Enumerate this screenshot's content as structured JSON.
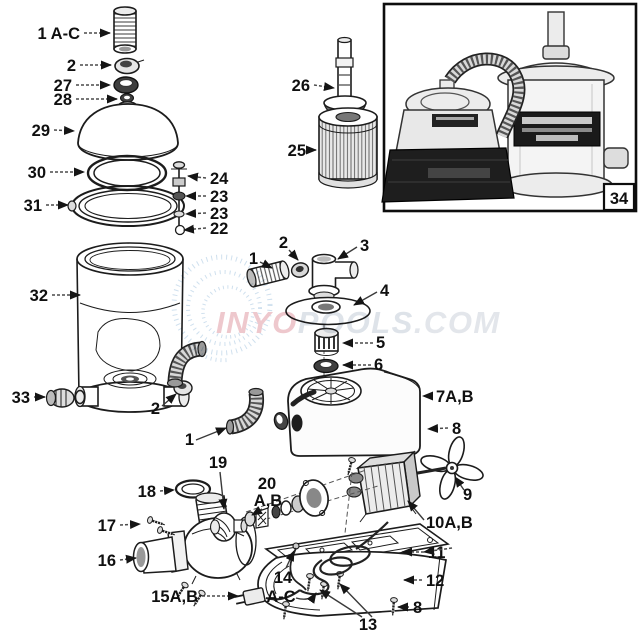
{
  "watermark": {
    "brand": "INYO",
    "rest": "POOLS",
    "tld": ".COM",
    "brand_color": "#e09aa4",
    "rest_color": "#c3cbd6",
    "tld_color": "#ccd2da",
    "swirl_color": "#a7c6e0"
  },
  "callouts": {
    "hose_top": "1 A-C",
    "nut_top": "2",
    "ring_27": "27",
    "oring_28": "28",
    "lid_29": "29",
    "oring_30": "30",
    "clamp_31": "31",
    "valve_24": "24",
    "valve_23a": "23",
    "valve_23b": "23",
    "valve_22": "22",
    "tank_32": "32",
    "drain_33": "33",
    "fitting_2b": "2",
    "standpipe_26": "26",
    "cartridge_25": "25",
    "hose_1m": "1",
    "nut_2m": "2",
    "elbow_3": "3",
    "plate_4": "4",
    "fitting_5": "5",
    "nut_6": "6",
    "hose_1b": "1",
    "housing_7": "7A,B",
    "screw_8a": "8",
    "fan_9": "9",
    "motor_10": "10A,B",
    "frame_11": "11",
    "base_12": "12",
    "screw_8b": "8",
    "screws_13": "13",
    "cord_14_line1": "14",
    "cord_14_line2": "A-C",
    "plug_15": "15A,B",
    "pump_16": "16",
    "screws_17": "17",
    "gasket_18": "18",
    "impeller_19": "19",
    "seal_20_line1": "20",
    "seal_20_line2": "A,B",
    "inset_34": "34"
  }
}
